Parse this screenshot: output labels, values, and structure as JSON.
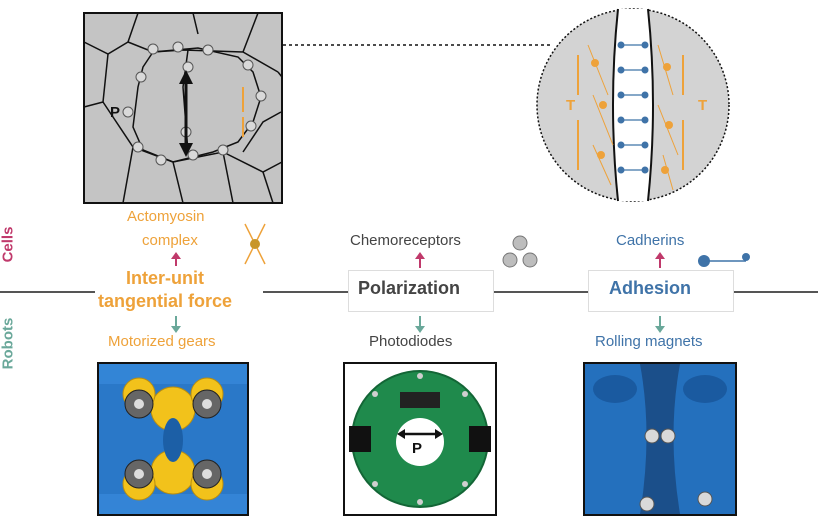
{
  "side_labels": {
    "cells": "Cells",
    "robots": "Robots"
  },
  "tissue": {
    "polarity_symbol": "P"
  },
  "zoom": {
    "tension_left": "T",
    "tension_right": "T"
  },
  "columns": [
    {
      "cell_label_line1": "Actomyosin",
      "cell_label_line2": "complex",
      "mechanism_line1": "Inter-unit",
      "mechanism_line2": "tangential force",
      "robot_label": "Motorized gears"
    },
    {
      "cell_label_line1": "Chemoreceptors",
      "mechanism_line1": "Polarization",
      "robot_label": "Photodiodes"
    },
    {
      "cell_label_line1": "Cadherins",
      "mechanism_line1": "Adhesion",
      "robot_label": "Rolling magnets"
    }
  ],
  "photo_polarity_symbol": "P",
  "colors": {
    "orange": "#eea23a",
    "blue": "#3f73a8",
    "pink": "#c0396b",
    "teal": "#6aa89a",
    "tissue_gray": "#c7c7c7"
  }
}
